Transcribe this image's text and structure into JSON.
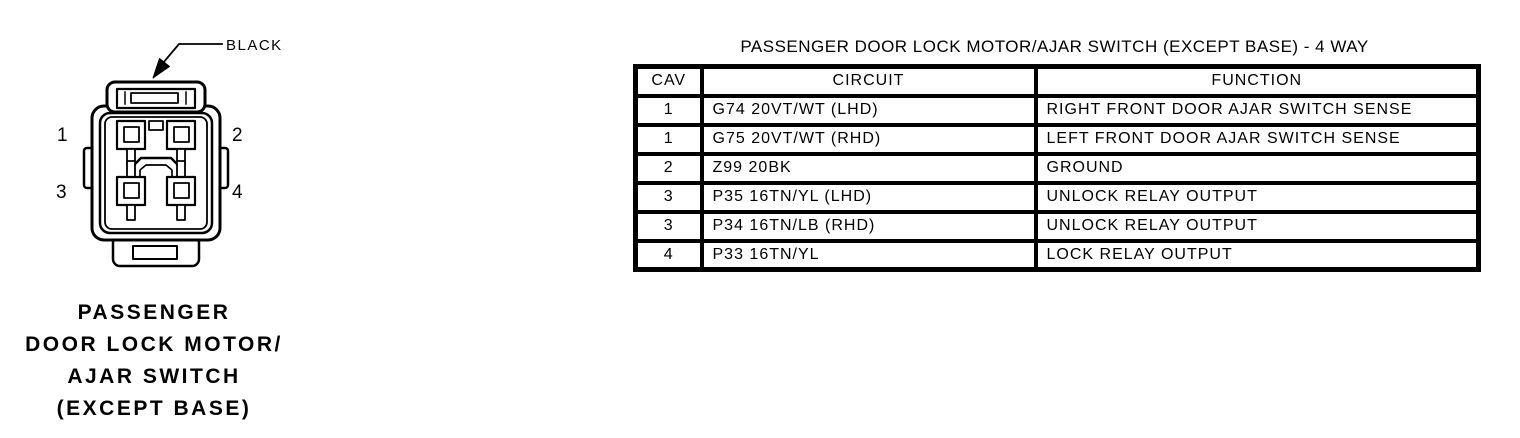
{
  "colors": {
    "ink": "#000000",
    "background": "#ffffff"
  },
  "connector": {
    "color_label": "BLACK",
    "pins": [
      "1",
      "2",
      "3",
      "4"
    ],
    "caption_lines": [
      "PASSENGER",
      "DOOR LOCK MOTOR/",
      "AJAR SWITCH",
      "(EXCEPT BASE)"
    ]
  },
  "table": {
    "title": "PASSENGER DOOR LOCK MOTOR/AJAR SWITCH (EXCEPT BASE) - 4 WAY",
    "headers": [
      "CAV",
      "CIRCUIT",
      "FUNCTION"
    ],
    "rows": [
      [
        "1",
        "G74 20VT/WT (LHD)",
        "RIGHT FRONT DOOR AJAR SWITCH SENSE"
      ],
      [
        "1",
        "G75 20VT/WT (RHD)",
        "LEFT FRONT DOOR AJAR SWITCH SENSE"
      ],
      [
        "2",
        "Z99 20BK",
        "GROUND"
      ],
      [
        "3",
        "P35 16TN/YL (LHD)",
        "UNLOCK RELAY OUTPUT"
      ],
      [
        "3",
        "P34 16TN/LB (RHD)",
        "UNLOCK RELAY OUTPUT"
      ],
      [
        "4",
        "P33 16TN/YL",
        "LOCK RELAY OUTPUT"
      ]
    ]
  }
}
